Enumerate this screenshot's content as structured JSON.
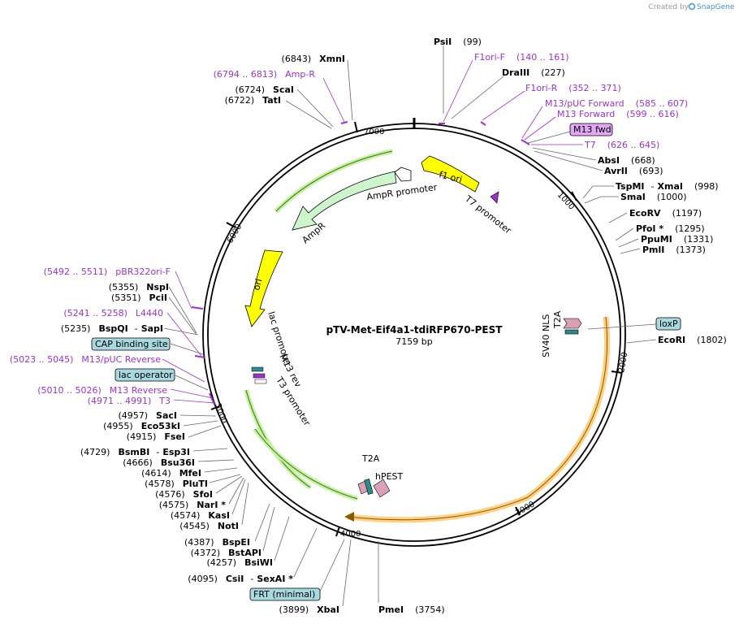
{
  "credit": {
    "prefix": "Created by",
    "brand": "SnapGene"
  },
  "plasmid": {
    "name": "pTV-Met-Eif4a1-tdiRFP670-PEST",
    "length": "7159 bp"
  },
  "ticks": [
    "1000",
    "2000",
    "3000",
    "4000",
    "5000",
    "6000",
    "7000"
  ],
  "features": {
    "f1_ori": "f1 ori",
    "ampr_promoter": "AmpR promoter",
    "ampr": "AmpR",
    "ori": "ori",
    "t7_promoter": "T7 promoter",
    "lac_promoter": "lac promoter",
    "m13_rev": "M13 rev",
    "t3_promoter": "T3 promoter",
    "t2a_top": "T2A",
    "sv40_nls": "SV40 NLS",
    "t2a_bottom": "T2A",
    "hpest": "hPEST"
  },
  "boxed": {
    "m13_fwd": "M13 fwd",
    "loxp": "loxP",
    "cap_binding_site": "CAP binding site",
    "lac_operator": "lac operator",
    "frt_minimal": "FRT (minimal)"
  },
  "colors": {
    "backbone": "#000000",
    "primer": "#9933cc",
    "f1_ori": "#ffff00",
    "ampr": "#ccf5cc",
    "ori": "#ffff00",
    "green_arc": "#c8f0a0",
    "orange_arc": "#ffd080",
    "pink_feature": "#d9a0b8",
    "teal_feature": "#2e8b8b",
    "box_fill": "#a8d8e0",
    "m13fwd_fill": "#e0a8f0"
  },
  "sites": {
    "psii": {
      "name": "PsiI",
      "pos": "(99)"
    },
    "draiii": {
      "name": "DraIII",
      "pos": "(227)"
    },
    "absi": {
      "name": "AbsI",
      "pos": "(668)"
    },
    "avrii": {
      "name": "AvrII",
      "pos": "(693)"
    },
    "tspmi": {
      "name": "TspMI",
      "pos": "(998)",
      "sep": "-",
      "name2": "XmaI"
    },
    "smai": {
      "name": "SmaI",
      "pos": "(1000)"
    },
    "ecorv": {
      "name": "EcoRV",
      "pos": "(1197)"
    },
    "pfoi": {
      "name": "PfoI *",
      "pos": "(1295)"
    },
    "ppumi": {
      "name": "PpuMI",
      "pos": "(1331)"
    },
    "pmli": {
      "name": "PmlI",
      "pos": "(1373)"
    },
    "ecori": {
      "name": "EcoRI",
      "pos": "(1802)"
    },
    "pmei": {
      "name": "PmeI",
      "pos": "(3754)"
    },
    "xbai": {
      "name": "XbaI",
      "pos": "(3899)"
    },
    "csii": {
      "name": "CsiI",
      "pos": "(4095)",
      "sep": "-",
      "name2": "SexAI *"
    },
    "bsiwi": {
      "name": "BsiWI",
      "pos": "(4257)"
    },
    "bstapi": {
      "name": "BstAPI",
      "pos": "(4372)"
    },
    "bspei": {
      "name": "BspEI",
      "pos": "(4387)"
    },
    "noti": {
      "name": "NotI",
      "pos": "(4545)"
    },
    "kasi": {
      "name": "KasI",
      "pos": "(4574)"
    },
    "nari": {
      "name": "NarI *",
      "pos": "(4575)"
    },
    "sfoi": {
      "name": "SfoI",
      "pos": "(4576)"
    },
    "pluti": {
      "name": "PluTI",
      "pos": "(4578)"
    },
    "mfei": {
      "name": "MfeI",
      "pos": "(4614)"
    },
    "bsu36i": {
      "name": "Bsu36I",
      "pos": "(4666)"
    },
    "bsmbi": {
      "name": "BsmBI",
      "pos": "(4729)",
      "sep": "-",
      "name2": "Esp3I"
    },
    "fsei": {
      "name": "FseI",
      "pos": "(4915)"
    },
    "eco53ki": {
      "name": "Eco53kI",
      "pos": "(4955)"
    },
    "saci": {
      "name": "SacI",
      "pos": "(4957)"
    },
    "bspqi": {
      "name": "BspQI",
      "pos": "(5235)",
      "sep": "-",
      "name2": "SapI"
    },
    "pcii": {
      "name": "PciI",
      "pos": "(5351)"
    },
    "nspi": {
      "name": "NspI",
      "pos": "(5355)"
    },
    "tati": {
      "name": "TatI",
      "pos": "(6722)"
    },
    "scai": {
      "name": "ScaI",
      "pos": "(6724)"
    },
    "xmni": {
      "name": "XmnI",
      "pos": "(6843)"
    }
  },
  "primers": {
    "f1ori_f": {
      "name": "F1ori-F",
      "range": "(140 .. 161)"
    },
    "f1ori_r": {
      "name": "F1ori-R",
      "range": "(352 .. 371)"
    },
    "m13puc_forward": {
      "name": "M13/pUC Forward",
      "range": "(585 .. 607)"
    },
    "m13_forward": {
      "name": "M13 Forward",
      "range": "(599 .. 616)"
    },
    "t7": {
      "name": "T7",
      "range": "(626 .. 645)"
    },
    "amp_r": {
      "name": "Amp-R",
      "range": "(6794 .. 6813)"
    },
    "pbr322ori_f": {
      "name": "pBR322ori-F",
      "range": "(5492 .. 5511)"
    },
    "l4440": {
      "name": "L4440",
      "range": "(5241 .. 5258)"
    },
    "m13puc_reverse": {
      "name": "M13/pUC Reverse",
      "range": "(5023 .. 5045)"
    },
    "m13_reverse": {
      "name": "M13 Reverse",
      "range": "(5010 .. 5026)"
    },
    "t3": {
      "name": "T3",
      "range": "(4971 .. 4991)"
    }
  }
}
